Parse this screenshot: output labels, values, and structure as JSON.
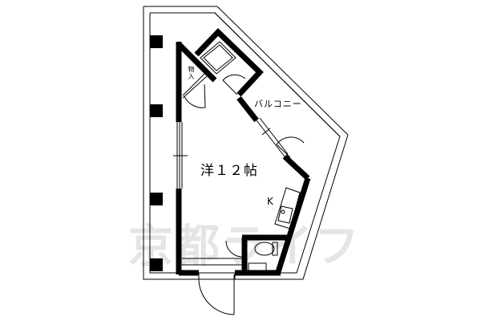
{
  "diagram": {
    "type": "floor-plan",
    "colors": {
      "wall": "#000000",
      "line": "#000000",
      "background": "#ffffff",
      "watermark": "#d8d8d8"
    },
    "labels": {
      "main_room": "洋１２帖",
      "balcony": "バルコニー",
      "kitchen": "K",
      "closet": "物入"
    },
    "watermark": "京都ライフ",
    "rooms": [
      {
        "name": "Western-style room",
        "label": "洋１２帖",
        "size_jou": 12
      },
      {
        "name": "Balcony",
        "label": "バルコニー"
      },
      {
        "name": "Kitchen",
        "label": "K"
      },
      {
        "name": "Closet",
        "label": "物入"
      },
      {
        "name": "Toilet / Bath",
        "label": ""
      },
      {
        "name": "Entrance",
        "label": ""
      }
    ]
  }
}
